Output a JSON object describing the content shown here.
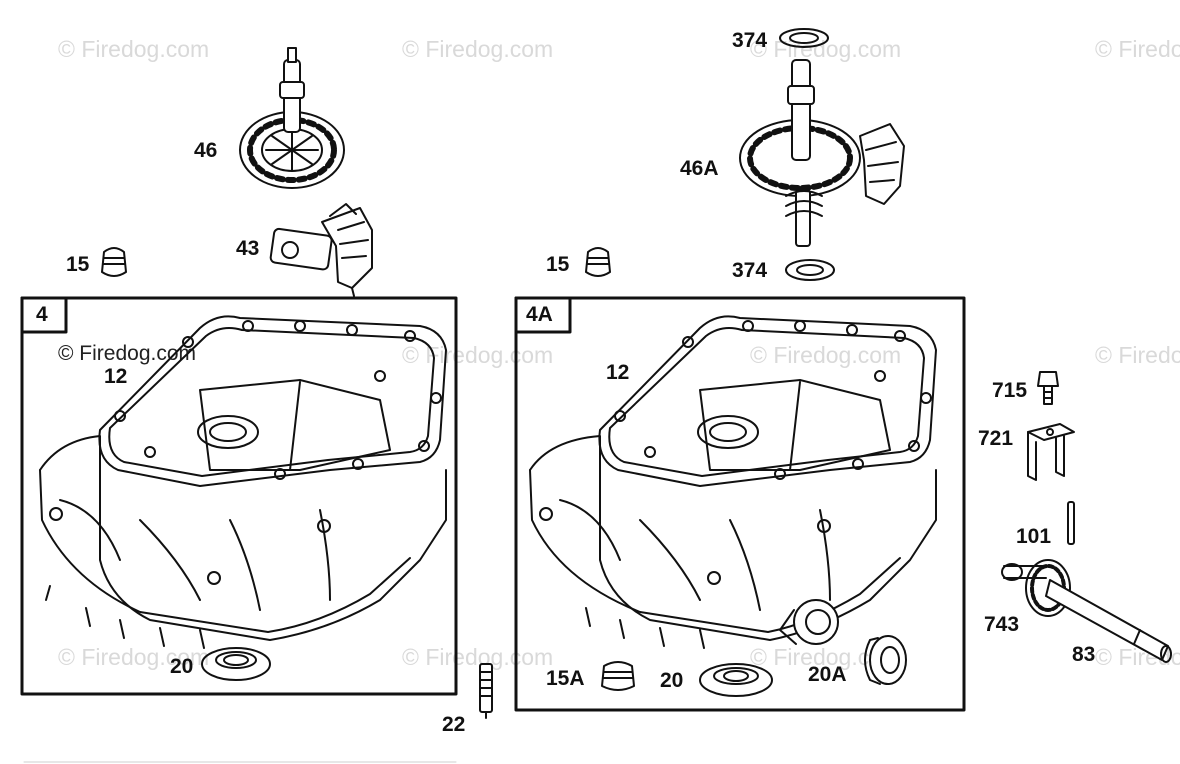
{
  "watermarks": {
    "w1": "© Firedog.com",
    "w2": "© Firedog.com",
    "w3": "© Firedog.com",
    "w4": "© Firedog.com",
    "w5": "© Firedog.com",
    "w6": "© Firedog.com",
    "w7": "© Firedog.com",
    "w8": "© Firedog.com",
    "w9": "© Firedog.com",
    "w10": "© Firedog.com",
    "w11": "© Firedog.com",
    "w12": "© Firedog.com"
  },
  "boxes": {
    "left_tag": "4",
    "right_tag": "4A"
  },
  "labels": {
    "p46": "46",
    "p43": "43",
    "p15_left": "15",
    "p374_top": "374",
    "p46a": "46A",
    "p374_bottom": "374",
    "p15_right": "15",
    "p12_left": "12",
    "p12_right": "12",
    "p20_left": "20",
    "p22": "22",
    "p15a": "15A",
    "p20_right": "20",
    "p20a": "20A",
    "p715": "715",
    "p721": "721",
    "p101": "101",
    "p743": "743",
    "p83": "83"
  }
}
